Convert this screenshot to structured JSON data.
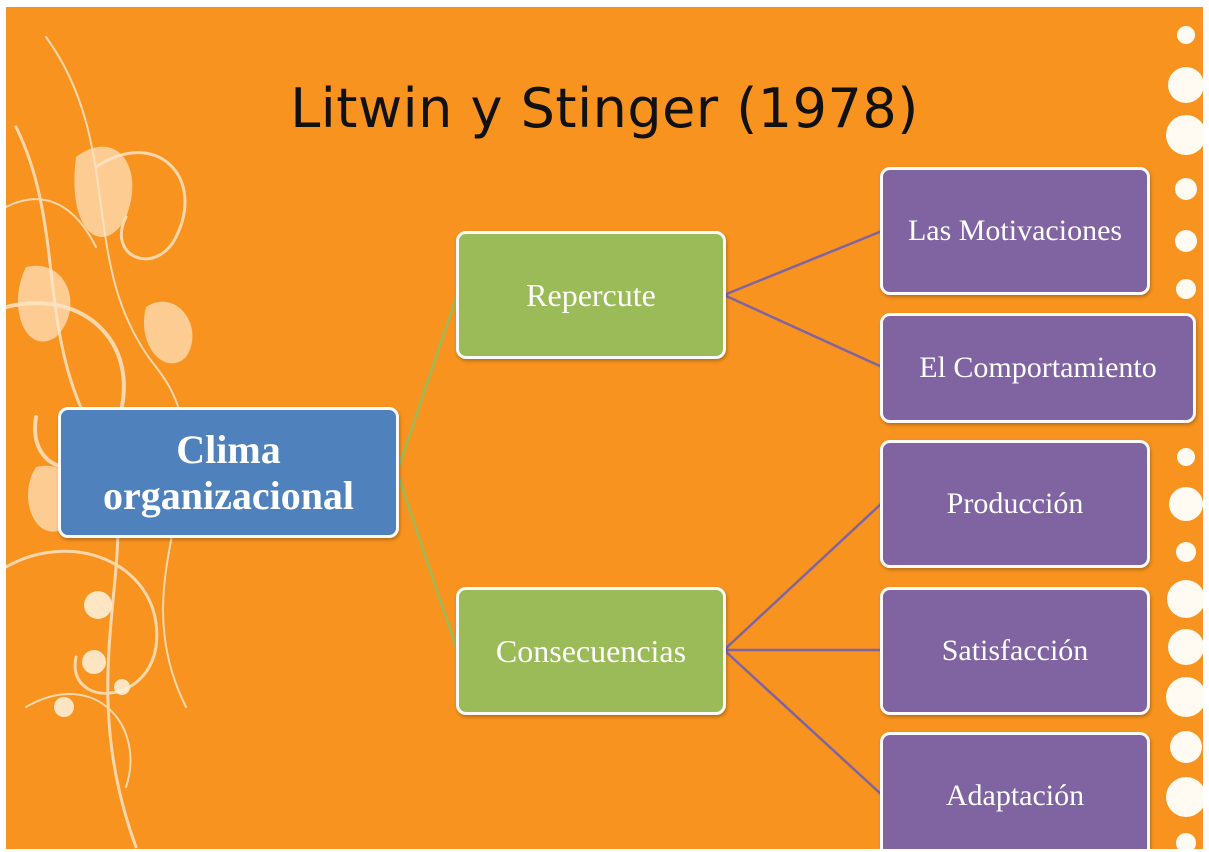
{
  "title": "Litwin y Stinger (1978)",
  "diagram": {
    "root": {
      "label": "Clima organizacional"
    },
    "branches": [
      {
        "label": "Repercute",
        "children": [
          "Las Motivaciones",
          "El Comportamiento"
        ]
      },
      {
        "label": "Consecuencias",
        "children": [
          "Producción",
          "Satisfacción",
          "Adaptación"
        ]
      }
    ]
  },
  "colors": {
    "background": "#f7931e",
    "root_box": "#4f81bd",
    "branch_box": "#9bbb59",
    "leaf_box": "#8064a2",
    "root_connector": "#9bbb59",
    "leaf_connector": "#8064a2"
  }
}
